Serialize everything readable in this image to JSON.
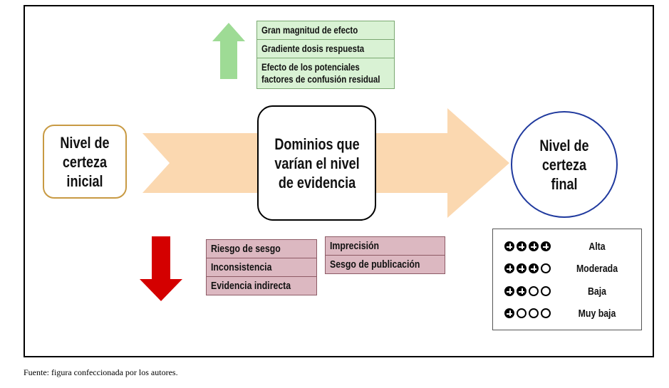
{
  "upward_factors": [
    "Gran magnitud de efecto",
    "Gradiente dosis respuesta",
    "Efecto de los potenciales factores de confusión residual"
  ],
  "start_box": {
    "label": "Nivel de certeza inicial"
  },
  "center_box": {
    "label": "Dominios que varían el nivel de evidencia"
  },
  "end_circle": {
    "label": "Nivel de certeza final"
  },
  "downward_factors_left": [
    "Riesgo de sesgo",
    "Inconsistencia",
    "Evidencia indirecta"
  ],
  "downward_factors_right": [
    "Imprecisión",
    "Sesgo de publicación"
  ],
  "certainty_legend": [
    {
      "symbols": [
        "plus",
        "plus",
        "plus",
        "plus"
      ],
      "label": "Alta"
    },
    {
      "symbols": [
        "plus",
        "plus",
        "plus",
        "empty"
      ],
      "label": "Moderada"
    },
    {
      "symbols": [
        "plus",
        "plus",
        "empty",
        "empty"
      ],
      "label": "Baja"
    },
    {
      "symbols": [
        "plus",
        "empty",
        "empty",
        "empty"
      ],
      "label": "Muy baja"
    }
  ],
  "colors": {
    "up_arrow": "#9edb95",
    "down_arrow": "#d40000",
    "main_arrow": "#fbd8b0",
    "start_border": "#c89a43",
    "end_border": "#203a9e"
  },
  "source_note": "Fuente: figura confeccionada por los autores."
}
